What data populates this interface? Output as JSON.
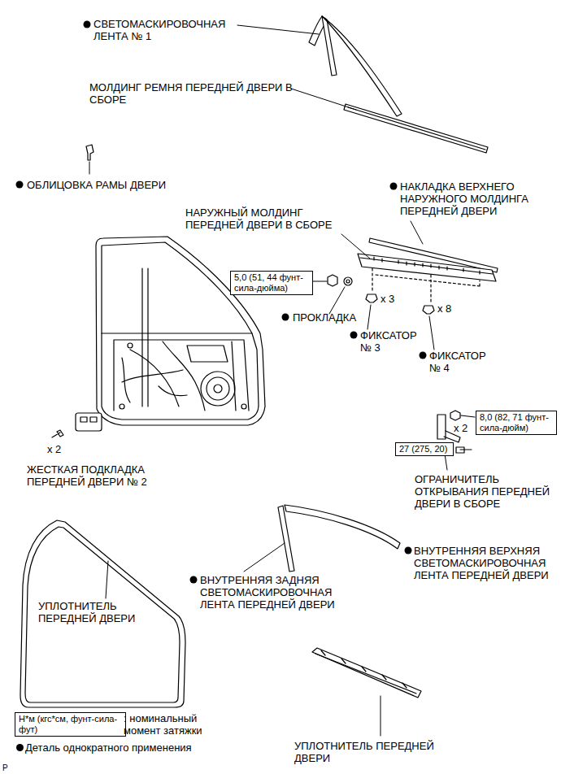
{
  "diagram": {
    "nodes": [
      {
        "text": [
          "5,0 (51, 44 фунт-сила-дюйма)"
        ]
      },
      {
        "text": [
          "8,0 (82, 71 фунт-сила-дюйм)"
        ]
      },
      {
        "text": [
          "27 (275, 20)"
        ]
      },
      {
        "text": [
          "Н*м (кгс*см, фунт-сила-фут)"
        ]
      }
    ],
    "labels": [
      "СВЕТОМАСКИРОВОЧНАЯ ЛЕНТА № 1",
      "МОЛДИНГ РЕМНЯ ПЕРЕДНЕЙ ДВЕРИ В СБОРЕ",
      "ОБЛИЦОВКА РАМЫ ДВЕРИ",
      "НАКЛАДКА ВЕРХНЕГО НАРУЖНОГО МОЛДИНГА ПЕРЕДНЕЙ ДВЕРИ",
      "НАРУЖНЫЙ МОЛДИНГ ПЕРЕДНЕЙ ДВЕРИ В СБОРЕ",
      "ПРОКЛАДКА",
      "x 3",
      "x 8",
      "ФИКСАТОР № 3",
      "ФИКСАТОР № 4",
      "x 2",
      "ЖЕСТКАЯ ПОДКЛАДКА ПЕРЕДНЕЙ ДВЕРИ № 2",
      "x 2",
      "ОГРАНИЧИТЕЛЬ ОТКРЫВАНИЯ ПЕРЕДНЕЙ ДВЕРИ В СБОРЕ",
      "ВНУТРЕННЯЯ ВЕРХНЯЯ СВЕТОМАСКИРОВОЧНАЯ ЛЕНТА ПЕРЕДНЕЙ ДВЕРИ",
      "ВНУТРЕННЯЯ ЗАДНЯЯ СВЕТОМАСКИРОВОЧНАЯ ЛЕНТА ПЕРЕДНЕЙ ДВЕРИ",
      "УПЛОТНИТЕЛЬ ПЕРЕДНЕЙ ДВЕРИ",
      "УПЛОТНИТЕЛЬ ПЕРЕДНЕЙ ДВЕРИ",
      "P"
    ],
    "legend": [
      {
        "text": ": номинальный момент затяжки"
      },
      {
        "text": "Деталь однократного применения"
      }
    ]
  }
}
